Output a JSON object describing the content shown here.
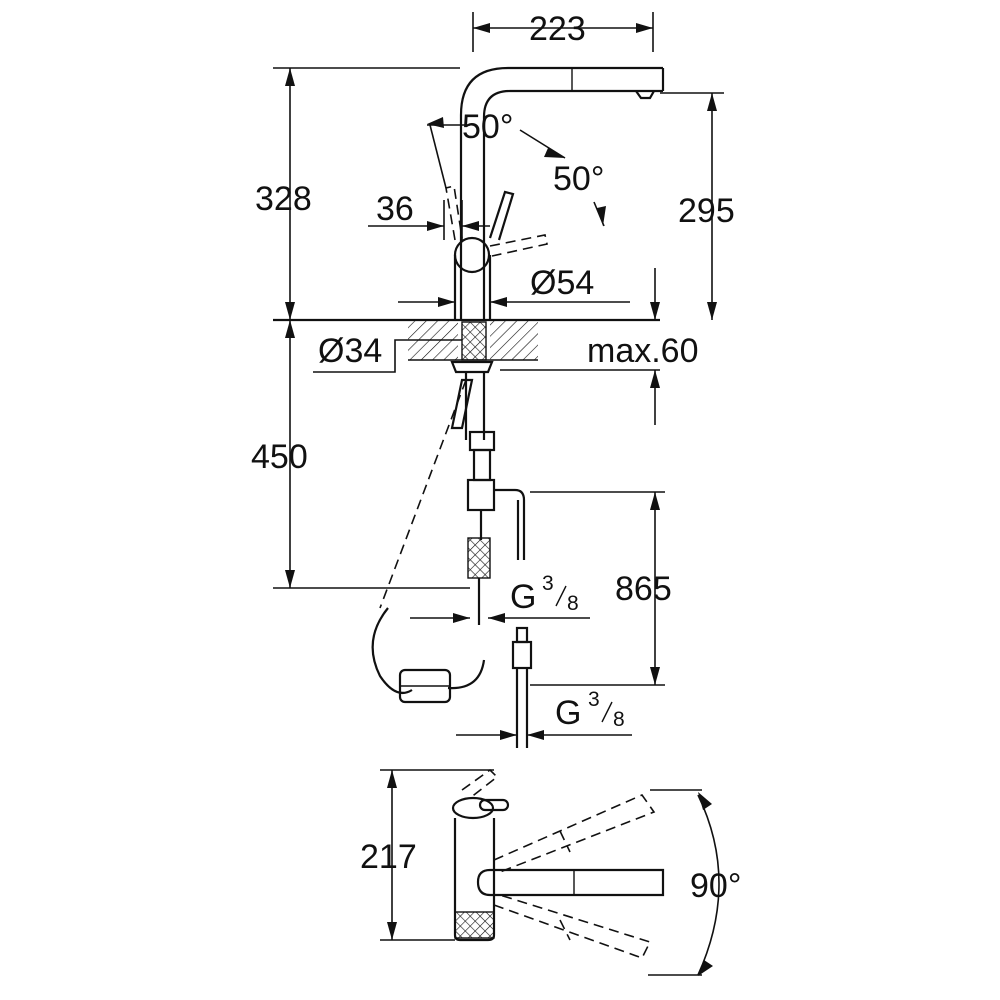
{
  "dimensions": {
    "spout_reach": "223",
    "total_height": "328",
    "lever_angle_back": "50°",
    "lever_angle_front": "50°",
    "lever_width": "36",
    "height_to_spout": "295",
    "body_diameter": "Ø54",
    "hole_diameter": "Ø34",
    "max_thickness": "max.60",
    "hose_length": "450",
    "supply_length": "865",
    "thread_upper_prefix": "G",
    "thread_upper_num": "3",
    "thread_upper_den": "8",
    "thread_lower_prefix": "G",
    "thread_lower_num": "3",
    "thread_lower_den": "8",
    "top_view_depth": "217",
    "swivel_angle": "90°"
  },
  "colors": {
    "line": "#111111",
    "background": "#ffffff"
  }
}
